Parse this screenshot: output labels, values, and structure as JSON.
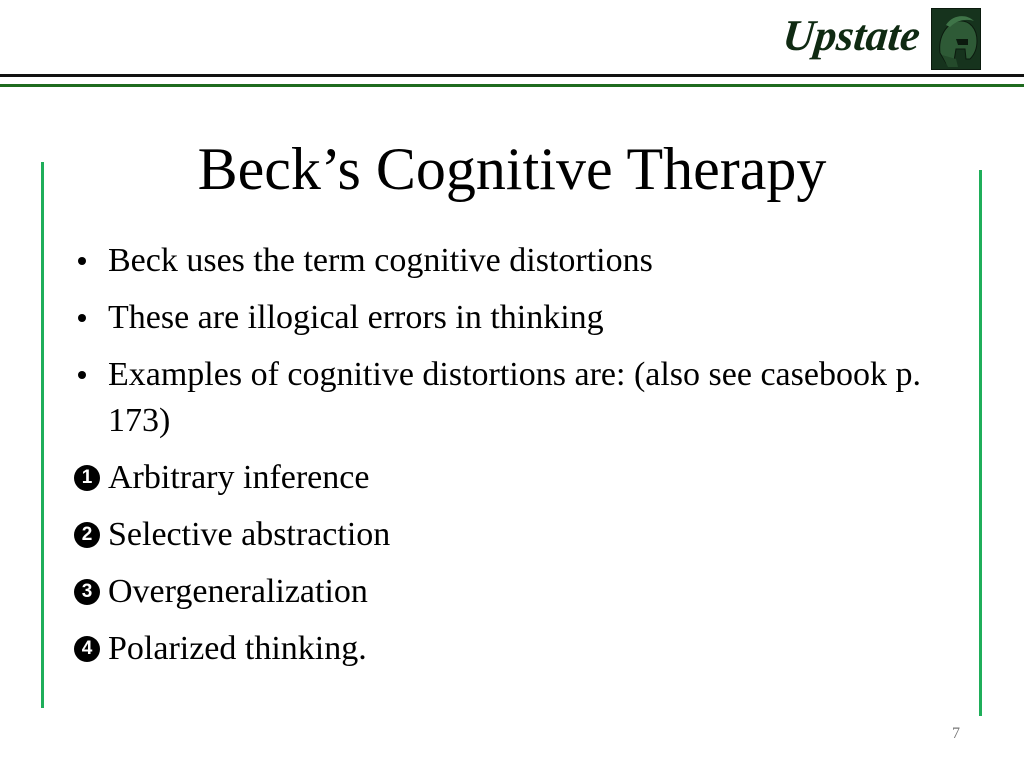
{
  "header": {
    "logo_text": "Upstate",
    "logo_icon": "spartan-helmet-icon",
    "rule_colors": [
      "#111111",
      "#1f6b1f"
    ]
  },
  "slide": {
    "title": "Beck’s Cognitive Therapy",
    "accent_color": "#1fae5a",
    "bullets": [
      {
        "text": "Beck uses the term cognitive distortions"
      },
      {
        "text": "These are illogical errors in thinking"
      },
      {
        "text": "Examples of cognitive distortions are: (also see casebook p. 173)"
      }
    ],
    "numbered": [
      {
        "num": "1",
        "text": "Arbitrary inference"
      },
      {
        "num": "2",
        "text": "Selective abstraction"
      },
      {
        "num": "3",
        "text": "Overgeneralization"
      },
      {
        "num": "4",
        "text": "Polarized thinking."
      }
    ],
    "page_number": "7"
  }
}
